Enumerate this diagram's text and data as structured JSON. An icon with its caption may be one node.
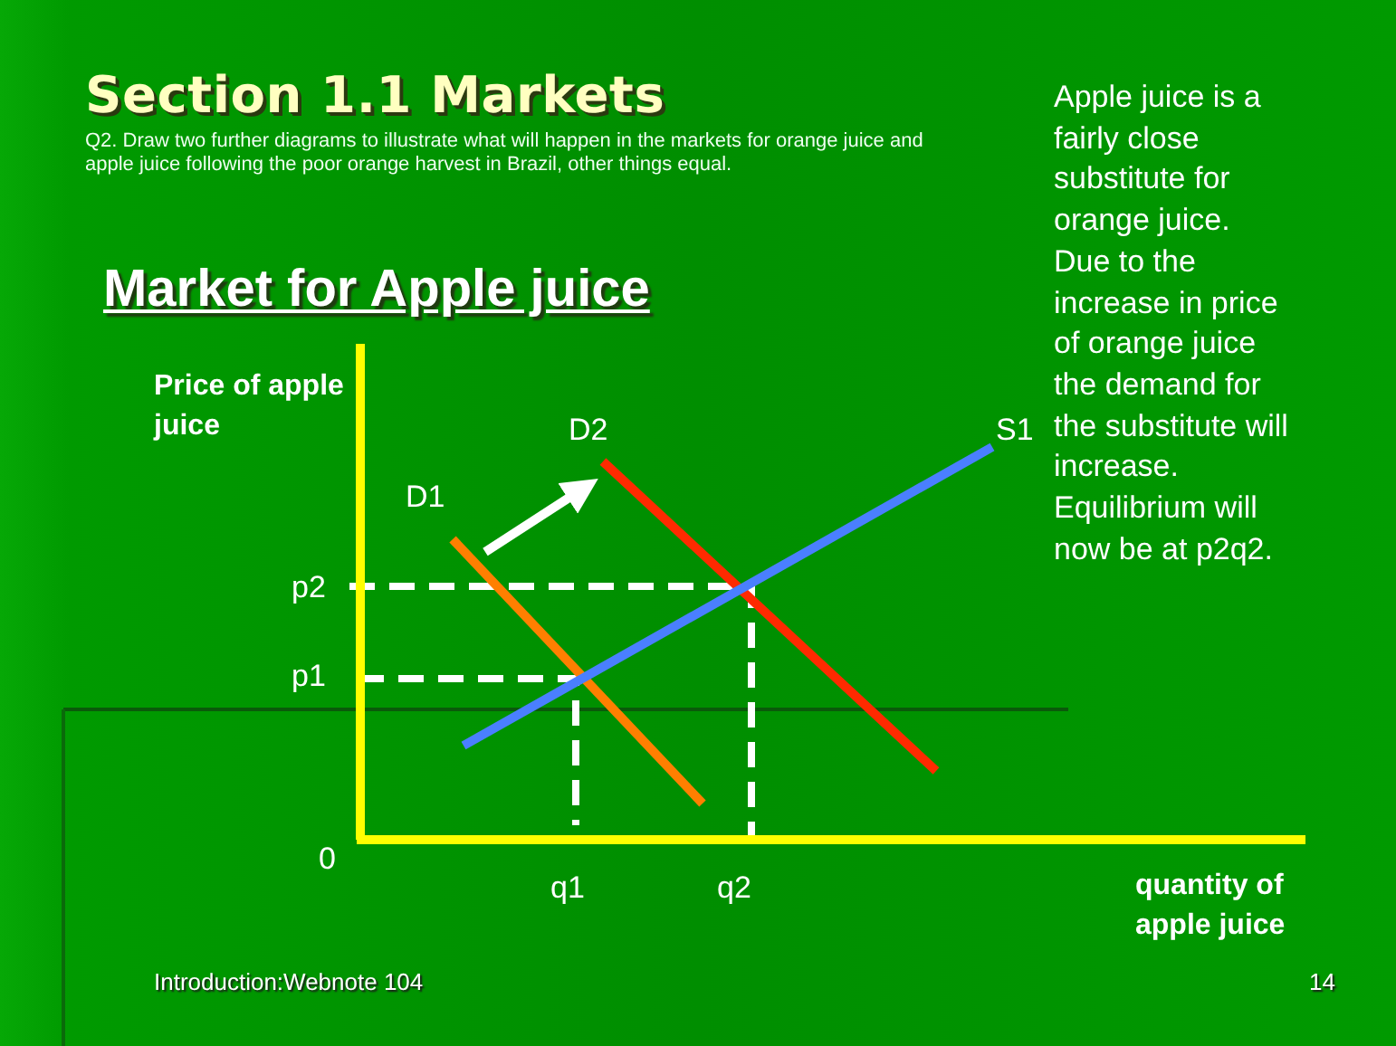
{
  "diagram": {
    "title": "Section 1.1 Markets",
    "labels": [
      "Q2. Draw two further diagrams to illustrate  what will happen in the markets for orange juice and apple juice following the poor orange harvest in Brazil, other things equal.",
      "Market for Apple juice",
      "Price of apple juice",
      "D2",
      "S1",
      "D1",
      "p2",
      "p1",
      "0",
      "q1",
      "q2",
      "quantity of apple juice",
      "Apple juice is a fairly close substitute for orange juice. Due to the increase in price of orange juice the demand for the substitute will increase. Equilibrium will now be at p2q2.",
      "Introduction:Webnote 104",
      "14"
    ]
  }
}
